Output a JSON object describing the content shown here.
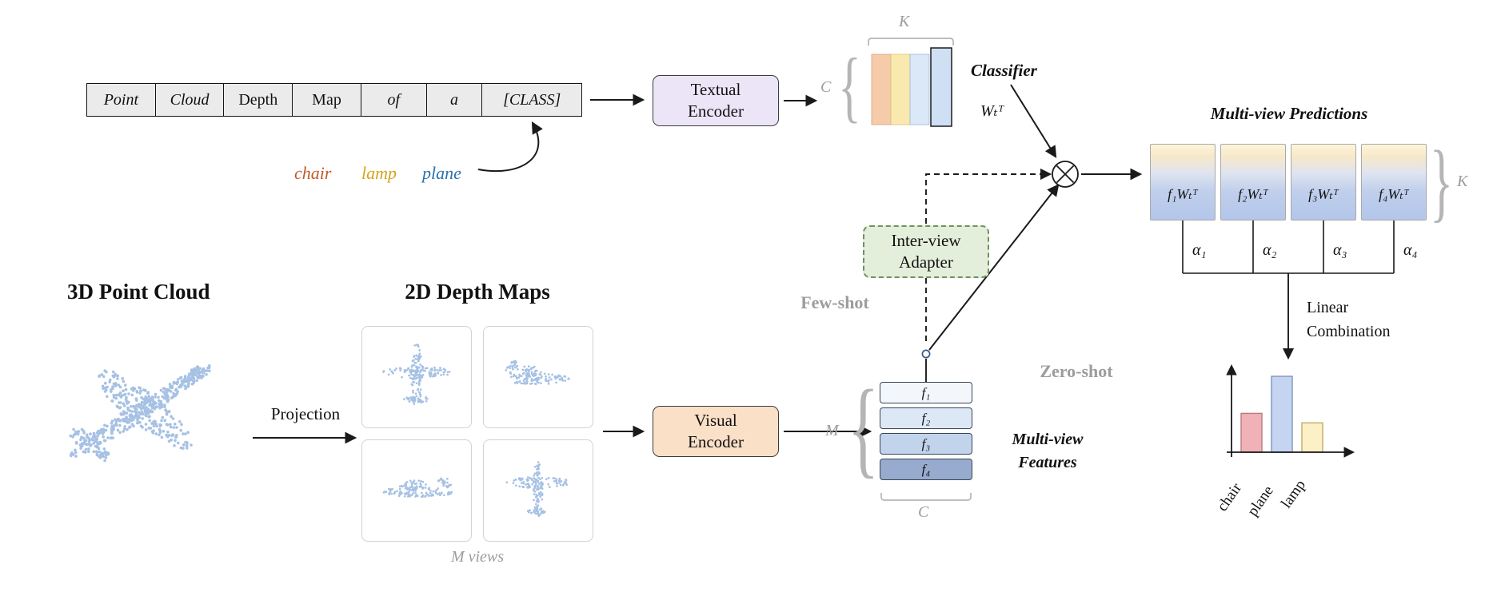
{
  "prompt": {
    "cells": [
      "Point",
      "Cloud",
      "Depth",
      "Map",
      "of",
      "a",
      "[CLASS]"
    ],
    "classes": [
      {
        "label": "chair",
        "color": "#bf5b28"
      },
      {
        "label": "lamp",
        "color": "#d4a31e"
      },
      {
        "label": "plane",
        "color": "#2c6fad"
      }
    ]
  },
  "encoders": {
    "textual": "Textual Encoder",
    "visual": "Visual Encoder"
  },
  "adapter": {
    "label": "Inter-view Adapter"
  },
  "classifier": {
    "label": "Classifier",
    "weight": "Wₜᵀ",
    "k": "K",
    "c": "C"
  },
  "flow": {
    "few_shot": "Few-shot",
    "zero_shot": "Zero-shot"
  },
  "features": {
    "rows": [
      "f₁",
      "f₂",
      "f₃",
      "f₄"
    ],
    "m": "M",
    "c": "C",
    "caption": "Multi-view Features"
  },
  "predictions": {
    "title": "Multi-view Predictions",
    "boxes": [
      "f₁Wₜᵀ",
      "f₂Wₜᵀ",
      "f₃Wₜᵀ",
      "f₄Wₜᵀ"
    ],
    "k": "K",
    "alphas": [
      "α₁",
      "α₂",
      "α₃",
      "α₄"
    ],
    "combination": "Linear Combination"
  },
  "left_pipeline": {
    "pc_title": "3D Point Cloud",
    "projection": "Projection",
    "dm_title": "2D Depth Maps",
    "m_views": "M views"
  },
  "chart_data": {
    "type": "bar",
    "categories": [
      "chair",
      "plane",
      "lamp"
    ],
    "values": [
      0.45,
      0.88,
      0.34
    ],
    "ylim": [
      0,
      1
    ],
    "colors": [
      "#f0b2b6",
      "#c5d5f1",
      "#fcf1c6"
    ],
    "strokes": [
      "#b97a80",
      "#7e95bf",
      "#c3ab67"
    ]
  }
}
